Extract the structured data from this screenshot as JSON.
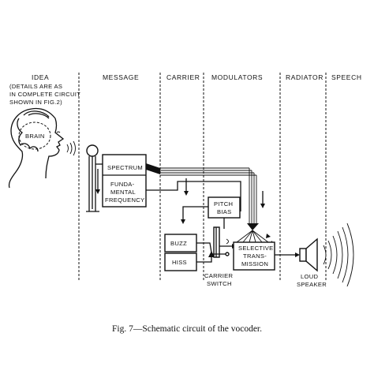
{
  "columns": {
    "idea": "IDEA",
    "message": "MESSAGE",
    "carrier": "CARRIER",
    "modulators": "MODULATORS",
    "radiator": "RADIATOR",
    "speech": "SPEECH"
  },
  "idea_note": [
    "(DETAILS ARE AS",
    "IN COMPLETE CIRCUIT",
    "SHOWN IN FIG.2)"
  ],
  "brain_label": "BRAIN",
  "blocks": {
    "spectrum": "SPECTRUM",
    "fundamental": [
      "FUNDA-",
      "MENTAL",
      "FREQUENCY"
    ],
    "pitch_bias": [
      "PITCH",
      "BIAS"
    ],
    "buzz": "BUZZ",
    "hiss": "HISS",
    "selective": [
      "SELECTIVE",
      "TRANS-",
      "MISSION"
    ]
  },
  "carrier_switch": [
    "CARRIER",
    "SWITCH"
  ],
  "loud_speaker": [
    "LOUD",
    "SPEAKER"
  ],
  "caption": "Fig. 7—Schematic circuit of the vocoder."
}
